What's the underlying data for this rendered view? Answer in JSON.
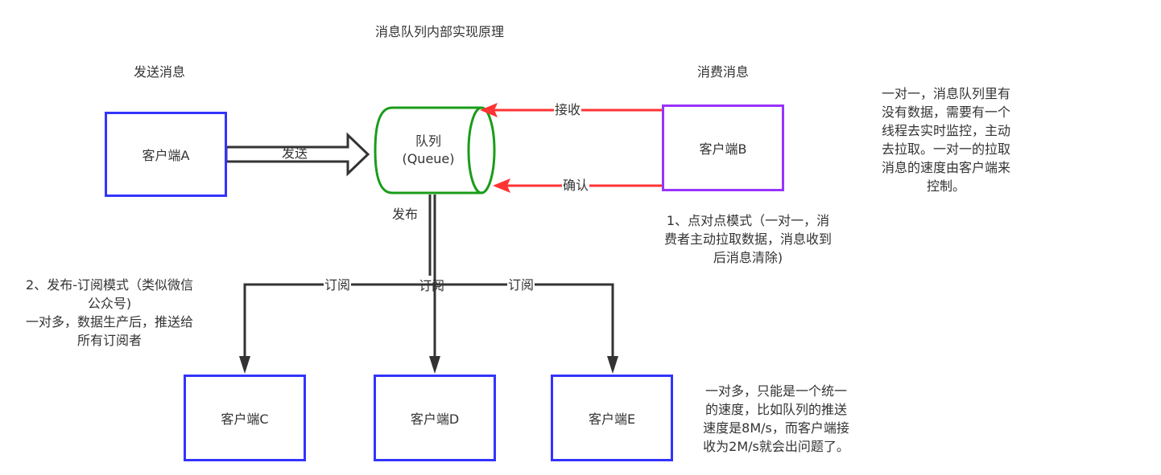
{
  "title": "消息队列内部实现原理",
  "sections": {
    "send": "发送消息",
    "consume": "消费消息"
  },
  "nodes": {
    "client_a": "客户端A",
    "client_b": "客户端B",
    "client_c": "客户端C",
    "client_d": "客户端D",
    "client_e": "客户端E",
    "queue_line1": "队列",
    "queue_line2": "(Queue)"
  },
  "edges": {
    "send": "发送",
    "receive": "接收",
    "confirm": "确认",
    "publish": "发布",
    "subscribe_c": "订阅",
    "subscribe_d": "订阅",
    "subscribe_e": "订阅"
  },
  "notes": {
    "p2p_mode": [
      "1、点对点模式（一对一，消",
      "费者主动拉取数据，消息收到",
      "后消息清除)"
    ],
    "p2p_detail": [
      "一对一，消息队列里有",
      "没有数据，需要有一个",
      "线程去实时监控，主动",
      "去拉取。一对一的拉取",
      "消息的速度由客户端来",
      "控制。"
    ],
    "pubsub_mode": [
      "2、发布-订阅模式（类似微信",
      "公众号)",
      "一对多，数据生产后，推送给",
      "所有订阅者"
    ],
    "pubsub_detail": [
      "一对多，只能是一个统一",
      "的速度，比如队列的推送",
      "速度是8M/s，而客户端接",
      "收为2M/s就会出问题了。"
    ]
  },
  "colors": {
    "client_border": "#3333ff",
    "consumer_border": "#9933ff",
    "queue_stroke": "#1a9c1a",
    "red_arrow": "#ff3333",
    "dark_line": "#333333"
  }
}
